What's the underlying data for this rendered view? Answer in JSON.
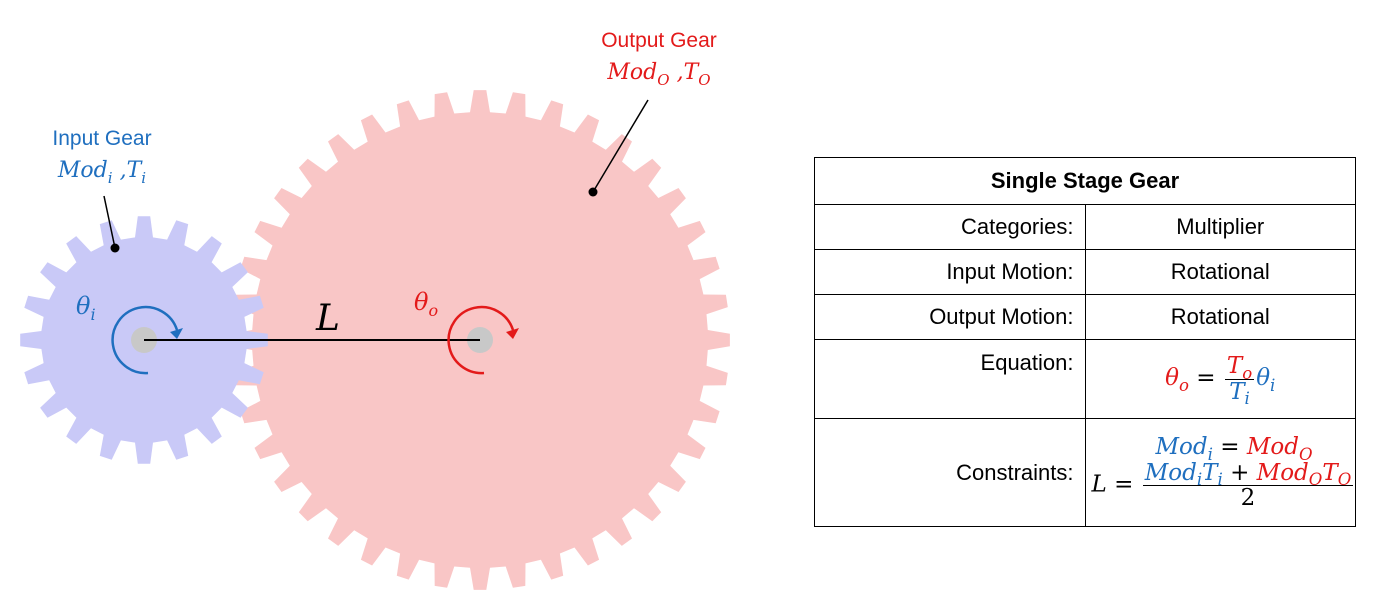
{
  "input_gear": {
    "title": "Input Gear",
    "params_mod": "Mod",
    "params_mod_sub": "i",
    "params_sep": " ,",
    "params_t": "T",
    "params_t_sub": "i",
    "angle": "θ",
    "angle_sub": "i",
    "teeth": 20,
    "color": "#c9c9f7"
  },
  "output_gear": {
    "title": "Output Gear",
    "params_mod": "Mod",
    "params_mod_sub": "O",
    "params_sep": " ,",
    "params_t": "T",
    "params_t_sub": "O",
    "angle": "θ",
    "angle_sub": "o",
    "teeth": 40,
    "color": "#f9c6c6"
  },
  "distance_label": "L",
  "colors": {
    "input": "#1f6fbf",
    "output": "#e31a1a"
  },
  "table": {
    "title": "Single Stage Gear",
    "rows": [
      {
        "key": "Categories:",
        "value": "Multiplier"
      },
      {
        "key": "Input Motion:",
        "value": "Rotational"
      },
      {
        "key": "Output Motion:",
        "value": "Rotational"
      },
      {
        "key": "Equation:"
      },
      {
        "key": "Constraints:"
      }
    ],
    "equation": {
      "lhs": "θ",
      "lhs_sub": "o",
      "eq": "=",
      "num": "T",
      "num_sub": "o",
      "den": "T",
      "den_sub": "i",
      "rhs": "θ",
      "rhs_sub": "i"
    },
    "constraints": {
      "line1_a": "Mod",
      "line1_a_sub": "i",
      "line1_eq": "=",
      "line1_b": "Mod",
      "line1_b_sub": "O",
      "line2_lhs": "L",
      "line2_eq": "=",
      "term1_mod": "Mod",
      "term1_mod_sub": "i",
      "term1_t": "T",
      "term1_t_sub": "i",
      "plus": "+",
      "term2_mod": "Mod",
      "term2_mod_sub": "O",
      "term2_t": "T",
      "term2_t_sub": "O",
      "den": "2"
    }
  }
}
